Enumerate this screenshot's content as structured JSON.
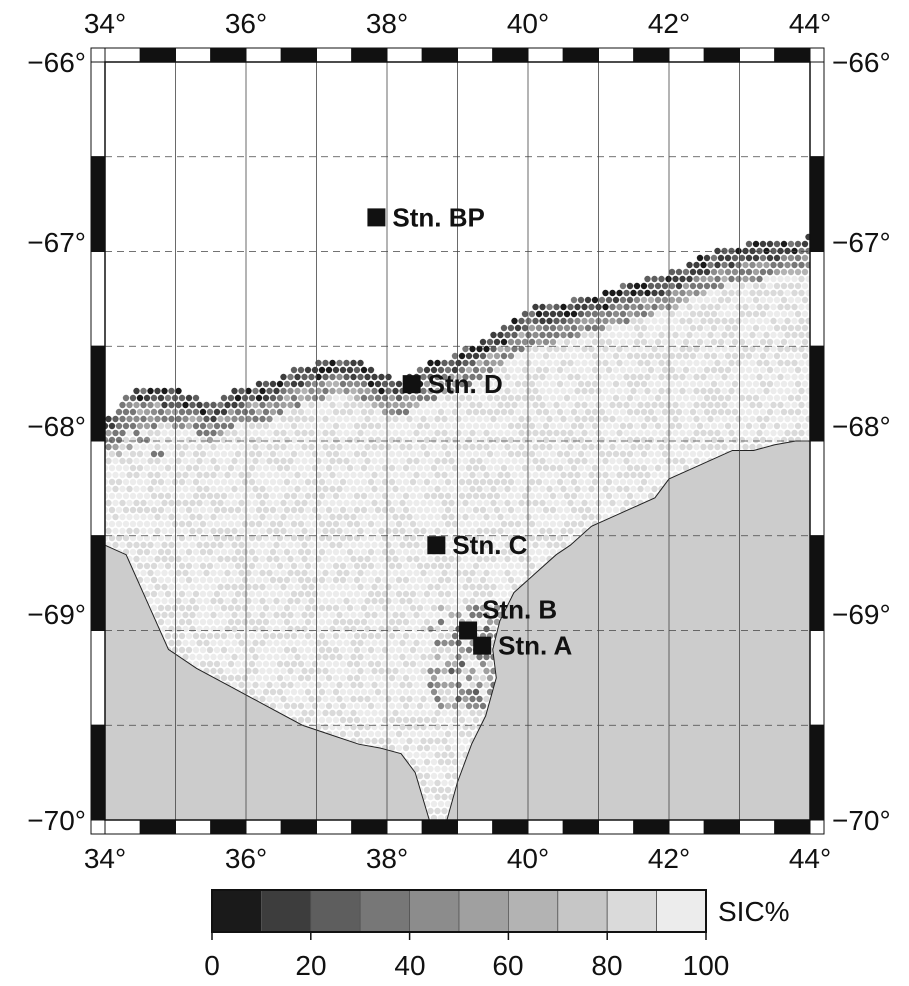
{
  "map": {
    "lon_range": [
      34,
      44
    ],
    "lat_range": [
      -70,
      -66
    ],
    "lon_ticks": [
      {
        "value": 34,
        "label": "34°"
      },
      {
        "value": 36,
        "label": "36°"
      },
      {
        "value": 38,
        "label": "38°"
      },
      {
        "value": 40,
        "label": "40°"
      },
      {
        "value": 42,
        "label": "42°"
      },
      {
        "value": 44,
        "label": "44°"
      }
    ],
    "lat_ticks": [
      {
        "value": -66,
        "label": "−66°"
      },
      {
        "value": -67,
        "label": "−67°"
      },
      {
        "value": -68,
        "label": "−68°"
      },
      {
        "value": -69,
        "label": "−69°"
      },
      {
        "value": -70,
        "label": "−70°"
      }
    ],
    "grid_lon_step": 1,
    "grid_lat_step": 0.5,
    "land_color": "#cccccc",
    "ocean_color": "#ffffff",
    "coast_color": "#222222",
    "coastline": [
      [
        34.0,
        -68.55
      ],
      [
        34.3,
        -68.6
      ],
      [
        34.6,
        -68.85
      ],
      [
        34.9,
        -69.1
      ],
      [
        35.3,
        -69.2
      ],
      [
        35.8,
        -69.3
      ],
      [
        36.3,
        -69.4
      ],
      [
        36.8,
        -69.5
      ],
      [
        37.2,
        -69.55
      ],
      [
        37.6,
        -69.6
      ],
      [
        37.9,
        -69.62
      ],
      [
        38.2,
        -69.65
      ],
      [
        38.4,
        -69.75
      ],
      [
        38.6,
        -70.0
      ],
      [
        38.85,
        -70.0
      ],
      [
        39.0,
        -69.8
      ],
      [
        39.2,
        -69.6
      ],
      [
        39.4,
        -69.45
      ],
      [
        39.55,
        -69.25
      ],
      [
        39.5,
        -69.1
      ],
      [
        39.6,
        -68.95
      ],
      [
        39.8,
        -68.8
      ],
      [
        40.1,
        -68.7
      ],
      [
        40.4,
        -68.6
      ],
      [
        40.6,
        -68.55
      ],
      [
        40.9,
        -68.45
      ],
      [
        41.2,
        -68.4
      ],
      [
        41.5,
        -68.35
      ],
      [
        41.8,
        -68.3
      ],
      [
        42.0,
        -68.2
      ],
      [
        42.3,
        -68.15
      ],
      [
        42.6,
        -68.1
      ],
      [
        42.9,
        -68.05
      ],
      [
        43.2,
        -68.05
      ],
      [
        43.5,
        -68.02
      ],
      [
        43.8,
        -68.0
      ],
      [
        44.0,
        -68.0
      ]
    ],
    "ice_edge": [
      [
        34.1,
        -67.85
      ],
      [
        34.3,
        -67.75
      ],
      [
        34.6,
        -67.7
      ],
      [
        34.9,
        -67.72
      ],
      [
        35.2,
        -67.75
      ],
      [
        35.5,
        -67.8
      ],
      [
        35.8,
        -67.72
      ],
      [
        36.1,
        -67.7
      ],
      [
        36.4,
        -67.68
      ],
      [
        36.7,
        -67.62
      ],
      [
        37.0,
        -67.58
      ],
      [
        37.3,
        -67.56
      ],
      [
        37.6,
        -67.58
      ],
      [
        37.9,
        -67.65
      ],
      [
        38.2,
        -67.68
      ],
      [
        38.5,
        -67.6
      ],
      [
        38.9,
        -67.55
      ],
      [
        39.2,
        -67.5
      ],
      [
        39.5,
        -67.42
      ],
      [
        39.8,
        -67.35
      ],
      [
        40.1,
        -67.28
      ],
      [
        40.4,
        -67.28
      ],
      [
        40.7,
        -67.25
      ],
      [
        41.0,
        -67.22
      ],
      [
        41.3,
        -67.18
      ],
      [
        41.6,
        -67.15
      ],
      [
        41.9,
        -67.12
      ],
      [
        42.2,
        -67.08
      ],
      [
        42.5,
        -67.02
      ],
      [
        42.8,
        -66.98
      ],
      [
        43.1,
        -66.96
      ],
      [
        43.4,
        -66.94
      ],
      [
        43.7,
        -66.93
      ],
      [
        44.0,
        -66.92
      ]
    ]
  },
  "stations": [
    {
      "name": "Stn. BP",
      "lon": 37.85,
      "lat": -66.82,
      "label_side": "right"
    },
    {
      "name": "Stn. D",
      "lon": 38.35,
      "lat": -67.7,
      "label_side": "right"
    },
    {
      "name": "Stn. C",
      "lon": 38.7,
      "lat": -68.55,
      "label_side": "right"
    },
    {
      "name": "Stn. B",
      "lon": 39.15,
      "lat": -69.0,
      "label_side": "upper-right"
    },
    {
      "name": "Stn. A",
      "lon": 39.35,
      "lat": -69.08,
      "label_side": "right"
    }
  ],
  "legend": {
    "title": "SIC%",
    "tick_labels": [
      {
        "value": 0,
        "label": "0"
      },
      {
        "value": 20,
        "label": "20"
      },
      {
        "value": 40,
        "label": "40"
      },
      {
        "value": 60,
        "label": "60"
      },
      {
        "value": 80,
        "label": "80"
      },
      {
        "value": 100,
        "label": "100"
      }
    ],
    "bins": [
      {
        "from": 0,
        "to": 10,
        "color": "#1a1a1a"
      },
      {
        "from": 10,
        "to": 20,
        "color": "#3d3d3d"
      },
      {
        "from": 20,
        "to": 30,
        "color": "#5e5e5e"
      },
      {
        "from": 30,
        "to": 40,
        "color": "#777777"
      },
      {
        "from": 40,
        "to": 50,
        "color": "#8c8c8c"
      },
      {
        "from": 50,
        "to": 60,
        "color": "#a0a0a0"
      },
      {
        "from": 60,
        "to": 70,
        "color": "#b3b3b3"
      },
      {
        "from": 70,
        "to": 80,
        "color": "#c6c6c6"
      },
      {
        "from": 80,
        "to": 90,
        "color": "#dadada"
      },
      {
        "from": 90,
        "to": 100,
        "color": "#ececec"
      }
    ]
  }
}
